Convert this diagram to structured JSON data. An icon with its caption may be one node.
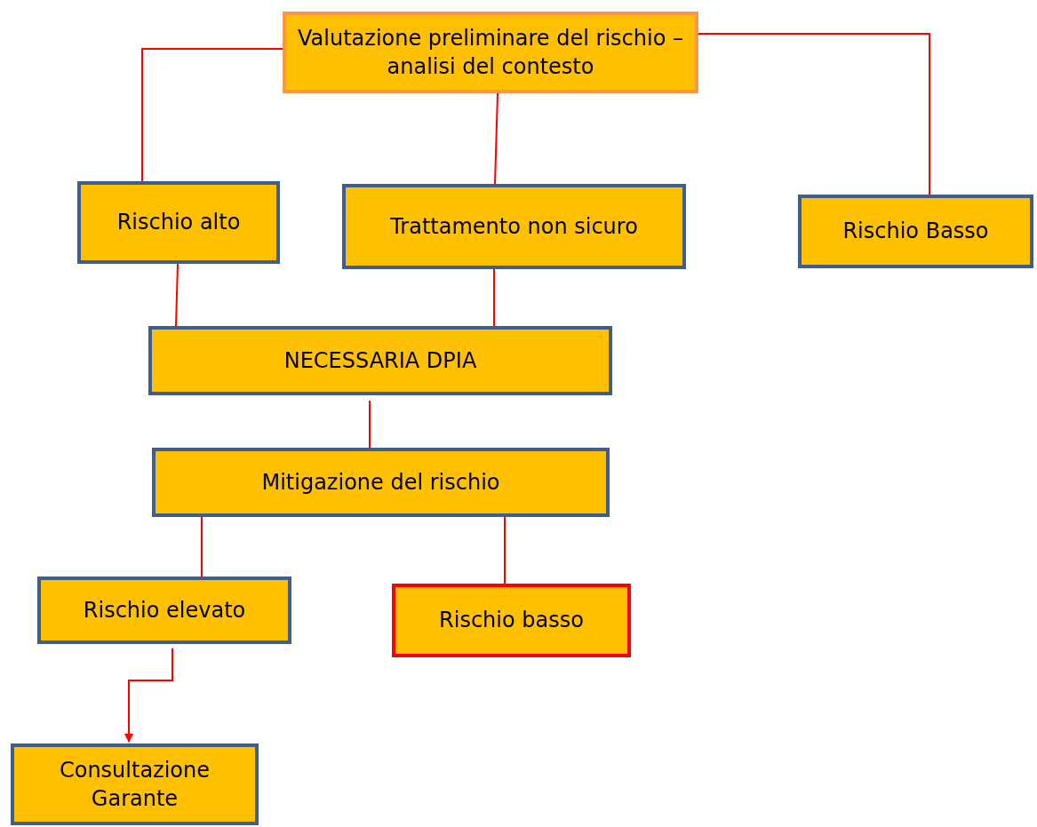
{
  "diagram": {
    "nodes": [
      {
        "text": [
          "Valutazione preliminare del rischio – analisi del contesto"
        ]
      },
      {
        "text": [
          "Rischio alto"
        ]
      },
      {
        "text": [
          "Trattamento non sicuro"
        ]
      },
      {
        "text": [
          "Rischio Basso"
        ]
      },
      {
        "text": [
          "NECESSARIA DPIA"
        ]
      },
      {
        "text": [
          "Mitigazione del rischio"
        ]
      },
      {
        "text": [
          "Rischio elevato"
        ]
      },
      {
        "text": [
          "Rischio basso"
        ]
      },
      {
        "text": [
          "Consultazione Garante"
        ]
      }
    ],
    "edges": [
      {
        "from": 0,
        "to": 1,
        "arrow": "none"
      },
      {
        "from": 0,
        "to": 2,
        "arrow": "none"
      },
      {
        "from": 0,
        "to": 3,
        "arrow": "none"
      },
      {
        "from": 1,
        "to": 4,
        "arrow": "none"
      },
      {
        "from": 2,
        "to": 4,
        "arrow": "none"
      },
      {
        "from": 4,
        "to": 5,
        "arrow": "none"
      },
      {
        "from": 5,
        "to": 6,
        "arrow": "none"
      },
      {
        "from": 5,
        "to": 7,
        "arrow": "none"
      },
      {
        "from": 6,
        "to": 8,
        "arrow": "to"
      }
    ]
  }
}
